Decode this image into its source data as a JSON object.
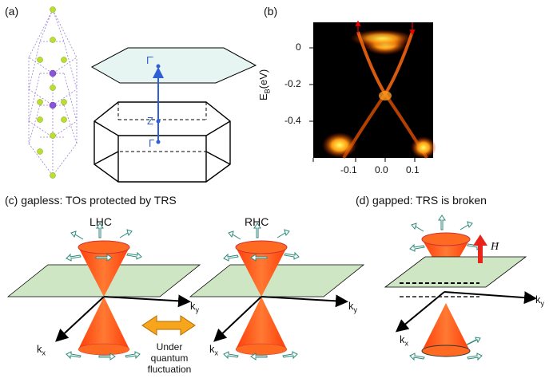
{
  "panel_a": {
    "label": "(a)",
    "bz_points": [
      "Γ̄",
      "Z",
      "Γ"
    ]
  },
  "panel_b": {
    "label": "(b)",
    "y_axis_label": "E",
    "y_axis_sub": "B",
    "y_axis_unit": "(eV)",
    "y_ticks": [
      "0",
      "-0.2",
      "-0.4"
    ],
    "x_ticks": [
      "-0.1",
      "0.0",
      "0.1"
    ]
  },
  "panel_c": {
    "label": "(c)",
    "caption": "gapless: TOs protected by TRS",
    "left_cone_label": "LHC",
    "right_cone_label": "RHC",
    "kx_label": "k",
    "kx_sub": "x",
    "ky_label": "k",
    "ky_sub": "y",
    "fluctuation_text": [
      "Under",
      "quantum",
      "fluctuation"
    ]
  },
  "panel_d": {
    "label": "(d)",
    "caption": "gapped: TRS is broken",
    "field_label": "H",
    "kx_label": "k",
    "kx_sub": "x",
    "ky_label": "k",
    "ky_sub": "y"
  },
  "colors": {
    "plane": "#cfe6c4",
    "cone": "#ff5a1f",
    "bz": "#e6f4f2",
    "arrow_orange": "#f7a51b",
    "field_arrow": "#e8231a",
    "bz_blue": "#2f5fd6"
  }
}
